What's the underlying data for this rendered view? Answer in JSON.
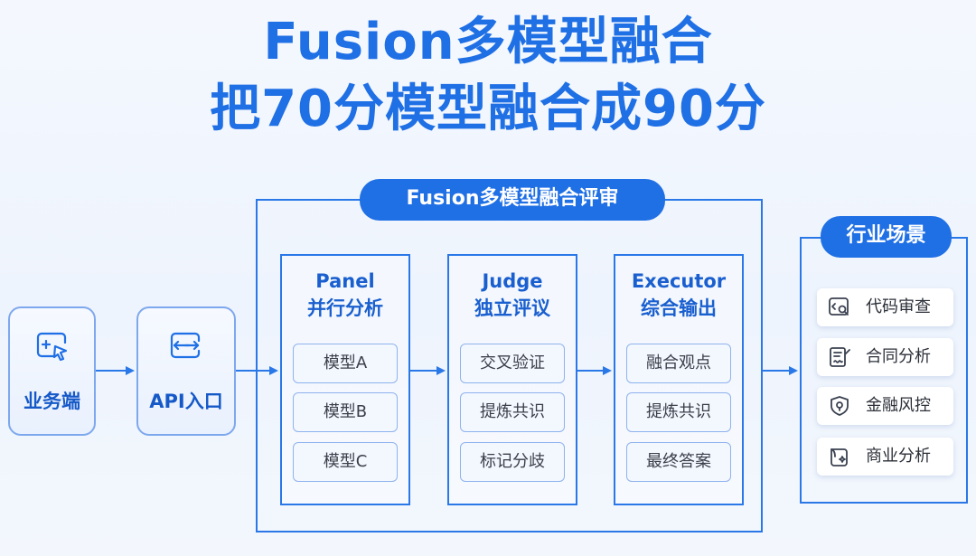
{
  "title": {
    "line1": "Fusion多模型融合",
    "line2": "把70分模型融合成90分"
  },
  "review_label": "Fusion多模型融合评审",
  "entry_points": [
    {
      "label": "业务端",
      "icon": "cursor-click-icon"
    },
    {
      "label": "API入口",
      "icon": "api-exchange-icon"
    }
  ],
  "columns": [
    {
      "title": "Panel",
      "subtitle": "并行分析",
      "items": [
        "模型A",
        "模型B",
        "模型C"
      ]
    },
    {
      "title": "Judge",
      "subtitle": "独立评议",
      "items": [
        "交叉验证",
        "提炼共识",
        "标记分歧"
      ]
    },
    {
      "title": "Executor",
      "subtitle": "综合输出",
      "items": [
        "融合观点",
        "提炼共识",
        "最终答案"
      ]
    }
  ],
  "scenarios": {
    "label": "行业场景",
    "items": [
      {
        "label": "代码审查",
        "icon": "code-review-icon"
      },
      {
        "label": "合同分析",
        "icon": "contract-icon"
      },
      {
        "label": "金融风控",
        "icon": "shield-icon"
      },
      {
        "label": "商业分析",
        "icon": "business-chart-icon"
      }
    ]
  },
  "colors": {
    "primary": "#1f6fe5",
    "border": "#2a78e8",
    "text_dark": "#2b2f38"
  }
}
